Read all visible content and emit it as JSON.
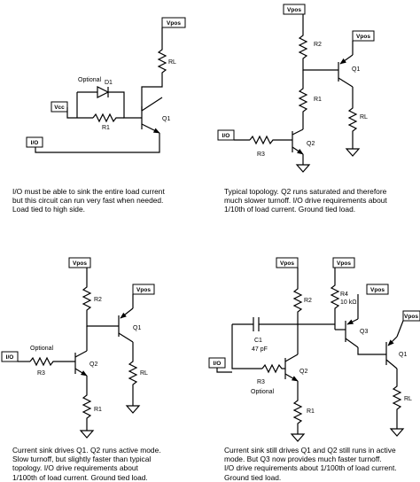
{
  "flags": {
    "vpos": "Vpos",
    "vcc": "Vcc",
    "io": "I/O"
  },
  "labels": {
    "c1": {
      "rl": "RL",
      "d1": "D1",
      "optional": "Optional",
      "r1": "R1",
      "q1": "Q1"
    },
    "c2": {
      "r2": "R2",
      "q1": "Q1",
      "r1": "R1",
      "rl": "RL",
      "r3": "R3",
      "q2": "Q2"
    },
    "c3": {
      "r2": "R2",
      "q1": "Q1",
      "optional": "Optional",
      "r3": "R3",
      "q2": "Q2",
      "rl": "RL",
      "r1": "R1"
    },
    "c4": {
      "r2": "R2",
      "r4": "R4",
      "r4_value": "10 kΩ",
      "c1": "C1",
      "c1_value": "47 pF",
      "q3": "Q3",
      "q1": "Q1",
      "r3": "R3",
      "q2": "Q2",
      "optional": "Optional",
      "rl": "RL",
      "r1": "R1"
    }
  },
  "captions": {
    "c1": [
      "I/O must be able to sink the entire load current",
      "but this circuit can run very fast when needed.",
      "Load tied to high side."
    ],
    "c2": [
      "Typical topology. Q2 runs saturated and therefore",
      "much slower turnoff. I/O drive requirements about",
      "1/10th of load current. Ground tied load."
    ],
    "c3": [
      "Current sink drives Q1. Q2 runs active mode.",
      "Slow turnoff, but slightly faster than typical",
      "topology. I/O drive requirements about",
      "1/100th of load current. Ground tied load."
    ],
    "c4": [
      "Current sink still drives Q1 and Q2 still runs in active",
      "mode. But Q3 now provides much faster turnoff.",
      "I/O drive requirements about 1/100th of load current.",
      "Ground tied load."
    ]
  }
}
